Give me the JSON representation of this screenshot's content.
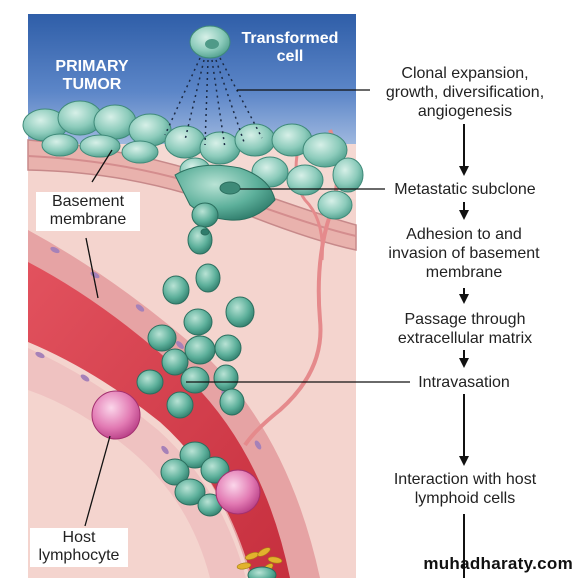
{
  "labels": {
    "primary_tumor": "PRIMARY\nTUMOR",
    "transformed_cell": "Transformed\ncell",
    "basement_membrane": "Basement\nmembrane",
    "host_lymphocyte": "Host\nlymphocyte"
  },
  "steps": [
    "Clonal expansion,\ngrowth, diversification,\nangiogenesis",
    "Metastatic subclone",
    "Adhesion to and\ninvasion of basement\nmembrane",
    "Passage through\nextracellular matrix",
    "Intravasation",
    "Interaction with host\nlymphoid cells"
  ],
  "watermark": "muhadharaty.com",
  "colors": {
    "tumor_sky": "#3f6fb3",
    "tumor_cell": "#7fc1b0",
    "tissue_pink": "#f6d8d4",
    "vessel_red": "#d9404d",
    "lymphocyte": "#d9549e",
    "arrow": "#111111"
  }
}
